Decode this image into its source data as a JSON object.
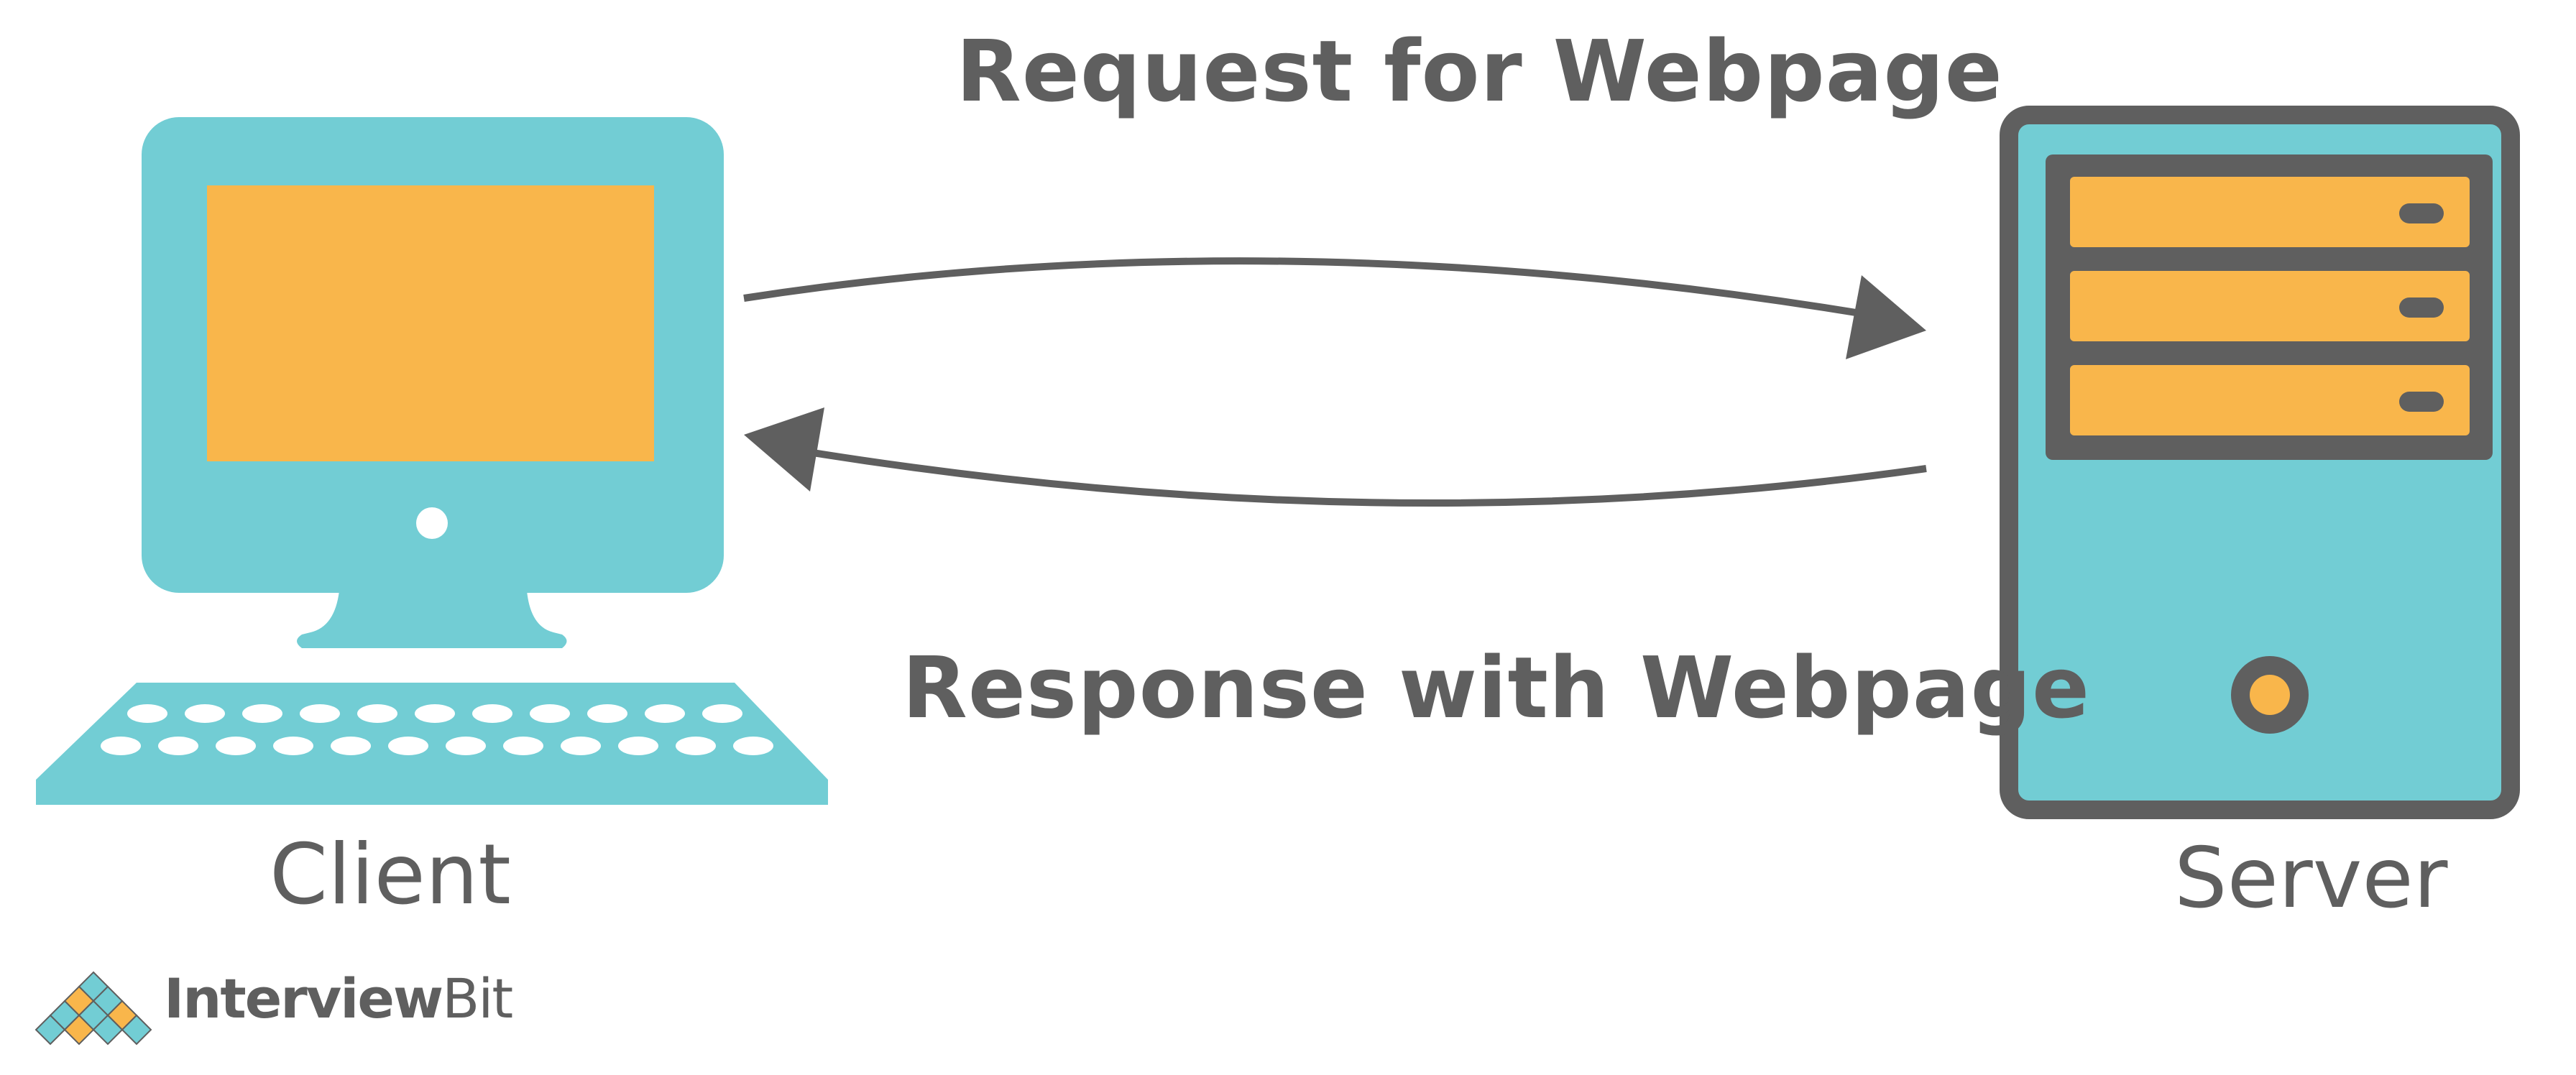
{
  "diagram": {
    "request_label": "Request for Webpage",
    "response_label": "Response with Webpage",
    "client_label": "Client",
    "server_label": "Server"
  },
  "brand": {
    "name_bold": "Interview",
    "name_regular": "Bit"
  },
  "colors": {
    "teal": "#72CDD4",
    "orange": "#F9B64B",
    "gray": "#5F5F5F",
    "white": "#FFFFFF"
  },
  "icons": [
    "desktop-computer-icon",
    "keyboard-icon",
    "server-tower-icon",
    "interviewbit-logo-icon"
  ]
}
